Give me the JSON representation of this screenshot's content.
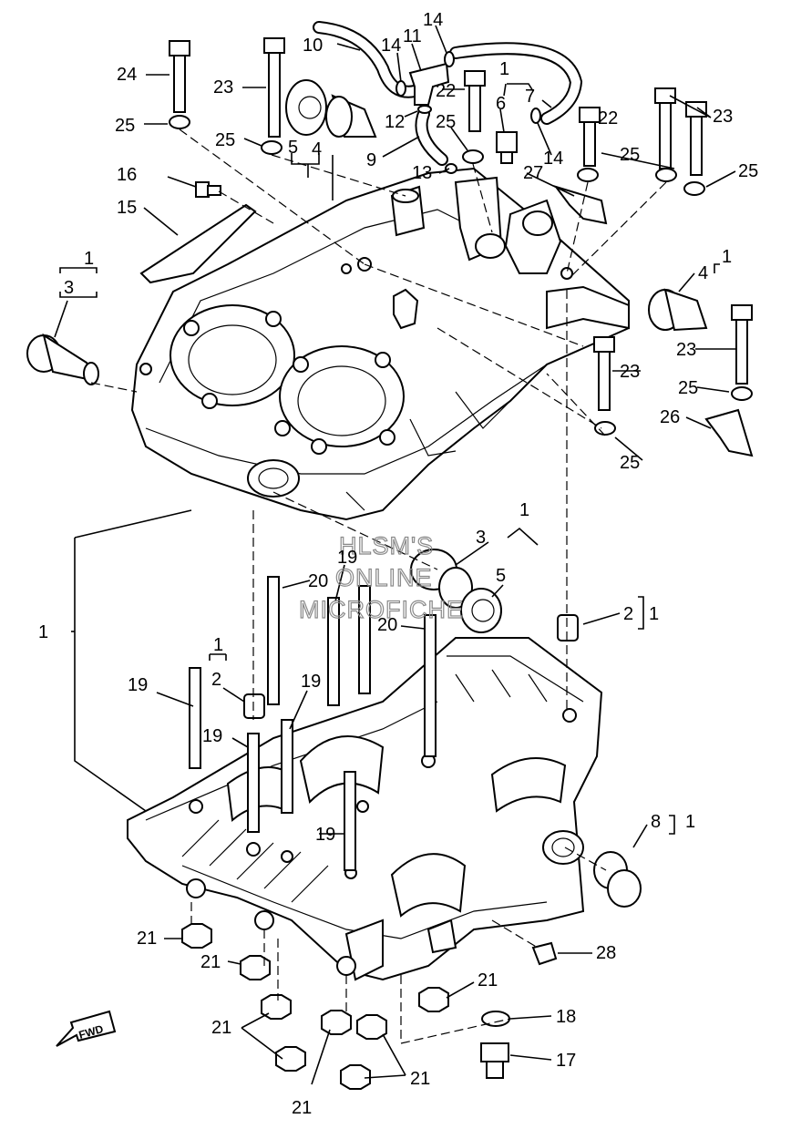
{
  "watermark": {
    "line1": "HLSM'S",
    "line2": "ONLINE",
    "line3": "MICROFICHE"
  },
  "fwd_label": "FWD",
  "callouts": {
    "c1a": "1",
    "c1b": "1",
    "c1c": "1",
    "c1d": "1",
    "c1e": "1",
    "c1f": "1",
    "c1g": "1",
    "c1h": "1",
    "c2a": "2",
    "c2b": "2",
    "c3a": "3",
    "c3b": "3",
    "c4a": "4",
    "c4b": "4",
    "c5a": "5",
    "c5b": "5",
    "c6": "6",
    "c7": "7",
    "c8": "8",
    "c9": "9",
    "c10": "10",
    "c11": "11",
    "c12": "12",
    "c13": "13",
    "c14a": "14",
    "c14b": "14",
    "c14c": "14",
    "c15": "15",
    "c16": "16",
    "c17": "17",
    "c18": "18",
    "c19a": "19",
    "c19b": "19",
    "c19c": "19",
    "c19d": "19",
    "c19e": "19",
    "c20a": "20",
    "c20b": "20",
    "c21a": "21",
    "c21b": "21",
    "c21c": "21",
    "c21d": "21",
    "c21e": "21",
    "c21f": "21",
    "c22a": "22",
    "c22b": "22",
    "c23a": "23",
    "c23b": "23",
    "c23c": "23",
    "c23d": "23",
    "c24": "24",
    "c25a": "25",
    "c25b": "25",
    "c25c": "25",
    "c25d": "25",
    "c25e": "25",
    "c25f": "25",
    "c25g": "25",
    "c26": "26",
    "c27": "27",
    "c28": "28"
  }
}
